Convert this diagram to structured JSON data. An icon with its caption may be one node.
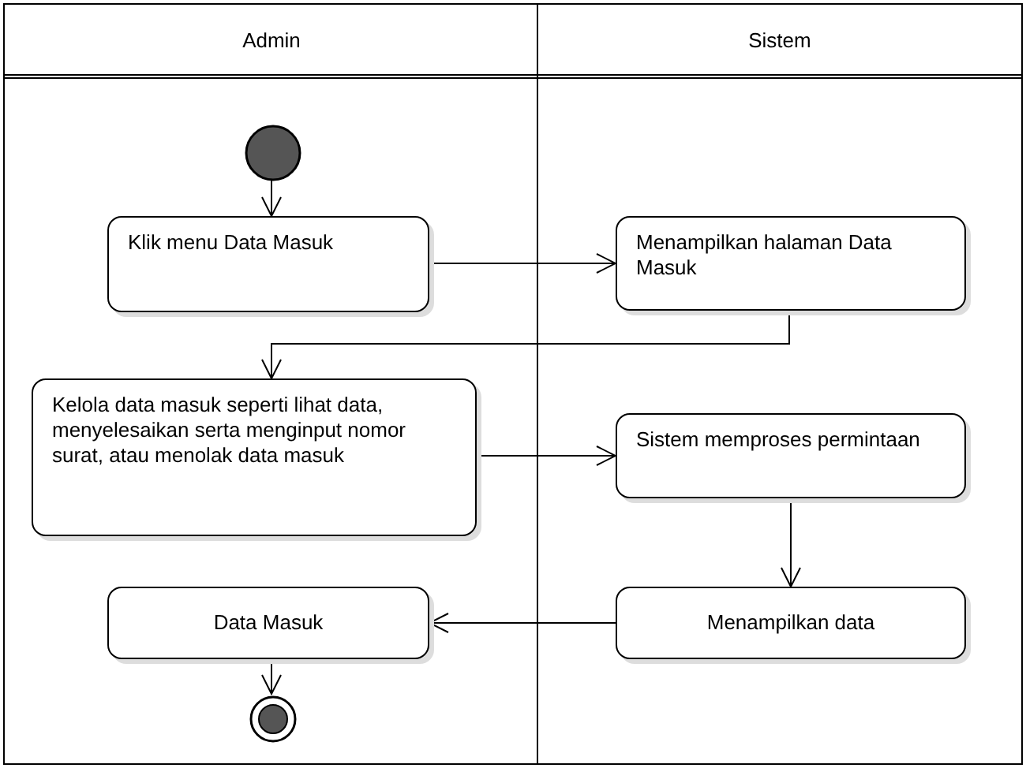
{
  "diagram": {
    "nodes": [
      {
        "text": [
          "Admin"
        ]
      },
      {
        "text": [
          "Sistem"
        ]
      },
      {
        "text": [],
        "shape": "circle",
        "in": 0
      },
      {
        "text": [
          "Klik menu Data Masuk"
        ],
        "in": 0
      },
      {
        "text": [
          "Menampilkan halaman Data Masuk"
        ],
        "in": 1
      },
      {
        "text": [
          "Kelola data masuk seperti lihat data, menyelesaikan serta menginput nomor surat, atau menolak data masuk"
        ],
        "in": 0
      },
      {
        "text": [
          "Sistem memproses permintaan"
        ],
        "in": 1
      },
      {
        "text": [
          "Data Masuk"
        ],
        "in": 0
      },
      {
        "text": [
          "Menampilkan data"
        ],
        "in": 1
      },
      {
        "text": [],
        "shape": "circle",
        "in": 0
      }
    ],
    "edges": [
      {
        "from": 2,
        "to": 3,
        "arrow": "to"
      },
      {
        "from": 3,
        "to": 4,
        "arrow": "to"
      },
      {
        "from": 4,
        "to": 5,
        "arrow": "to"
      },
      {
        "from": 5,
        "to": 6,
        "arrow": "to"
      },
      {
        "from": 6,
        "to": 8,
        "arrow": "to"
      },
      {
        "from": 8,
        "to": 7,
        "arrow": "to"
      },
      {
        "from": 7,
        "to": 9,
        "arrow": "to"
      }
    ]
  }
}
